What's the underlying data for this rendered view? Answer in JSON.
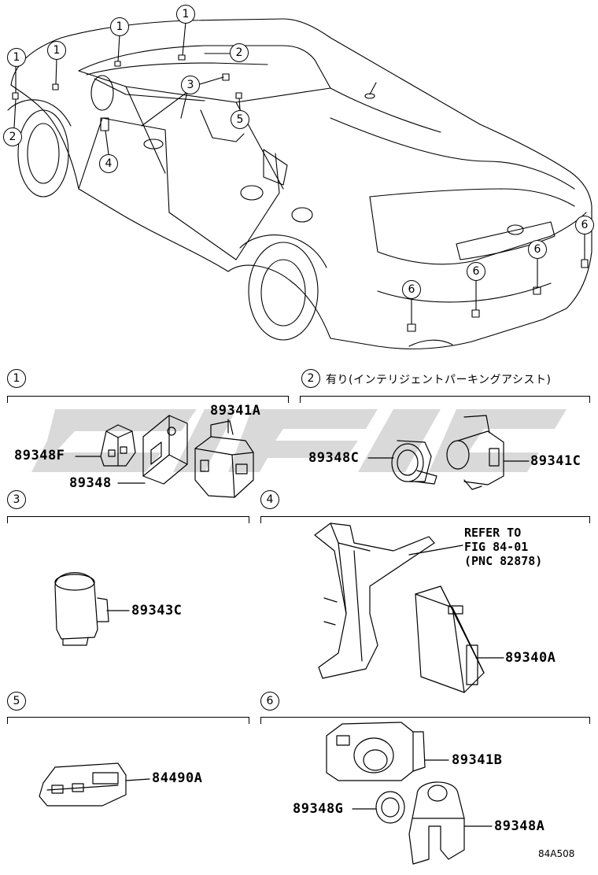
{
  "sections": [
    {
      "num": "1",
      "note": ""
    },
    {
      "num": "2",
      "note": "有り(インテリジェントパーキングアシスト)"
    },
    {
      "num": "3",
      "note": ""
    },
    {
      "num": "4",
      "note": ""
    },
    {
      "num": "5",
      "note": ""
    },
    {
      "num": "6",
      "note": ""
    }
  ],
  "callouts": [
    "1",
    "1",
    "1",
    "1",
    "2",
    "2",
    "3",
    "4",
    "5",
    "6",
    "6",
    "6",
    "6"
  ],
  "parts": {
    "p89341A": "89341A",
    "p89348F": "89348F",
    "p89348": "89348",
    "p89348C": "89348C",
    "p89341C": "89341C",
    "p89343C": "89343C",
    "p89340A": "89340A",
    "p84490A": "84490A",
    "p89341B": "89341B",
    "p89348G": "89348G",
    "p89348A": "89348A"
  },
  "refer_note": "REFER TO\nFIG 84-01\n(PNC 82878)",
  "diagram_code": "84A508",
  "colors": {
    "line": "#000000",
    "watermark": "#d9d9d9",
    "background": "#ffffff"
  }
}
